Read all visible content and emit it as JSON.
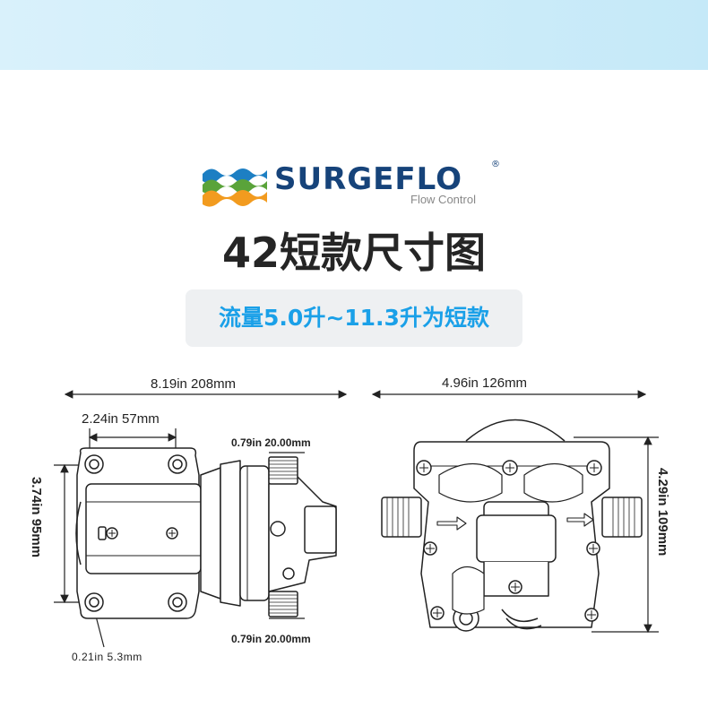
{
  "brand": {
    "name": "SURGEFLO",
    "registered": "®",
    "tagline": "Flow Control",
    "colors": {
      "navy": "#16437a",
      "blue": "#1d7fc3",
      "green": "#5aa33a",
      "orange": "#f29b1f"
    }
  },
  "title": "42短款尺寸图",
  "subtitle": "流量5.0升~11.3升为短款",
  "subtitle_color": "#1aa0e8",
  "side_view": {
    "overall_length": "8.19in 208mm",
    "mount_spacing": "2.24in 57mm",
    "height": "3.74in  95mm",
    "port_top": "0.79in 20.00mm",
    "port_bottom": "0.79in 20.00mm",
    "hole": "0.21in 5.3mm"
  },
  "front_view": {
    "width": "4.96in 126mm",
    "height": "4.29in 109mm"
  }
}
